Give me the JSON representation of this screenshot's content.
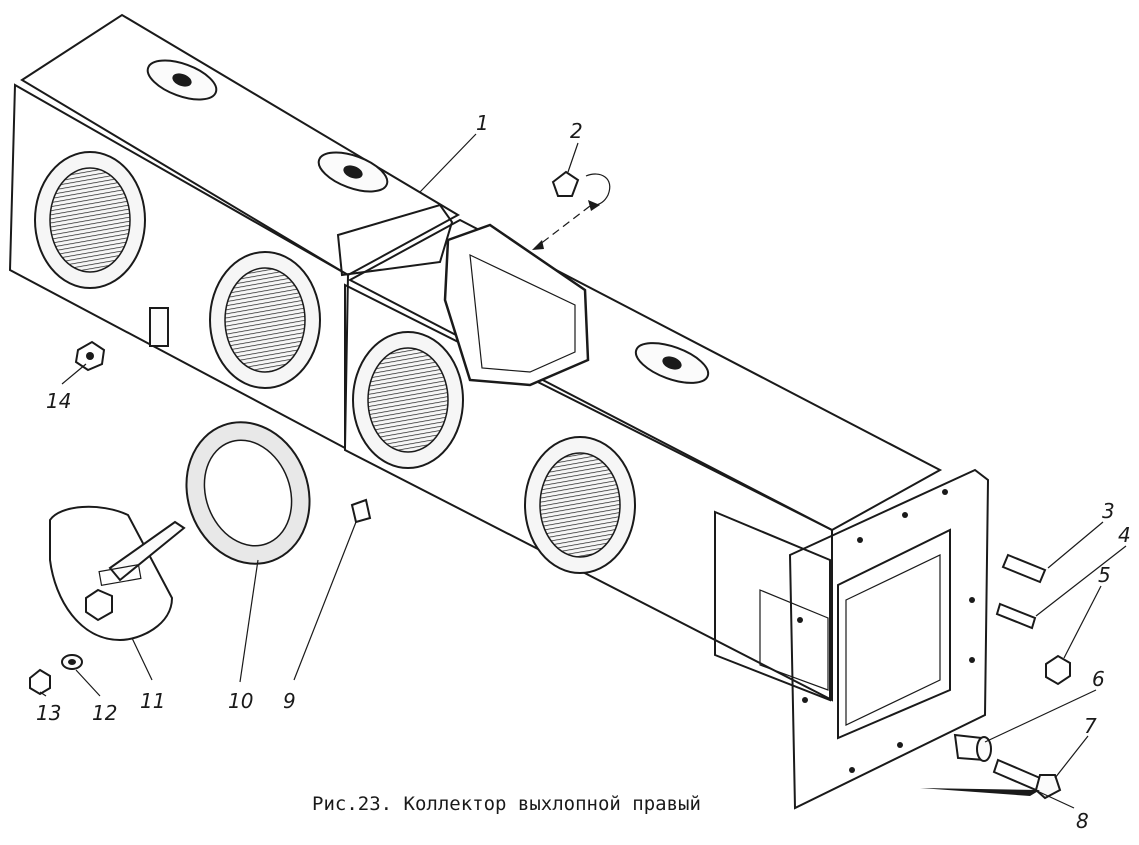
{
  "figure": {
    "caption": "Рис.23. Коллектор выхлопной правый"
  },
  "callouts": [
    {
      "id": "1",
      "text": "1"
    },
    {
      "id": "2",
      "text": "2"
    },
    {
      "id": "3",
      "text": "3"
    },
    {
      "id": "4",
      "text": "4"
    },
    {
      "id": "5",
      "text": "5"
    },
    {
      "id": "6",
      "text": "6"
    },
    {
      "id": "7",
      "text": "7"
    },
    {
      "id": "8",
      "text": "8"
    },
    {
      "id": "9",
      "text": "9"
    },
    {
      "id": "10",
      "text": "10"
    },
    {
      "id": "11",
      "text": "11"
    },
    {
      "id": "12",
      "text": "12"
    },
    {
      "id": "13",
      "text": "13"
    },
    {
      "id": "14",
      "text": "14"
    }
  ],
  "colors": {
    "ink": "#1a1a1a",
    "paper": "#ffffff"
  }
}
